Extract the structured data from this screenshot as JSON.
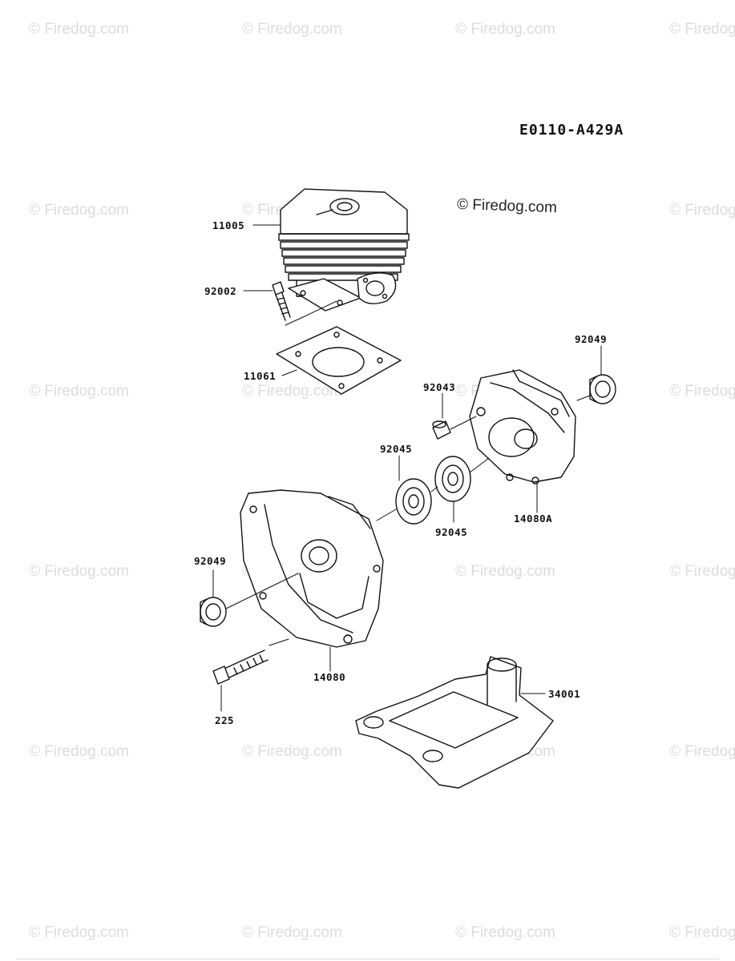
{
  "diagram_code": "E0110-A429A",
  "copyright": "© Firedog.com",
  "watermark": "© Firedog.com",
  "parts": {
    "cylinder": "11005",
    "cylinder_bolt": "92002",
    "cylinder_gasket": "11061",
    "oil_seal_right": "92049",
    "dowel_pin": "92043",
    "bearing_left": "92045",
    "bearing_right": "92045",
    "crankcase_right": "14080A",
    "oil_seal_left": "92049",
    "crankcase_left": "14080",
    "bolt": "225",
    "bracket": "34001"
  }
}
